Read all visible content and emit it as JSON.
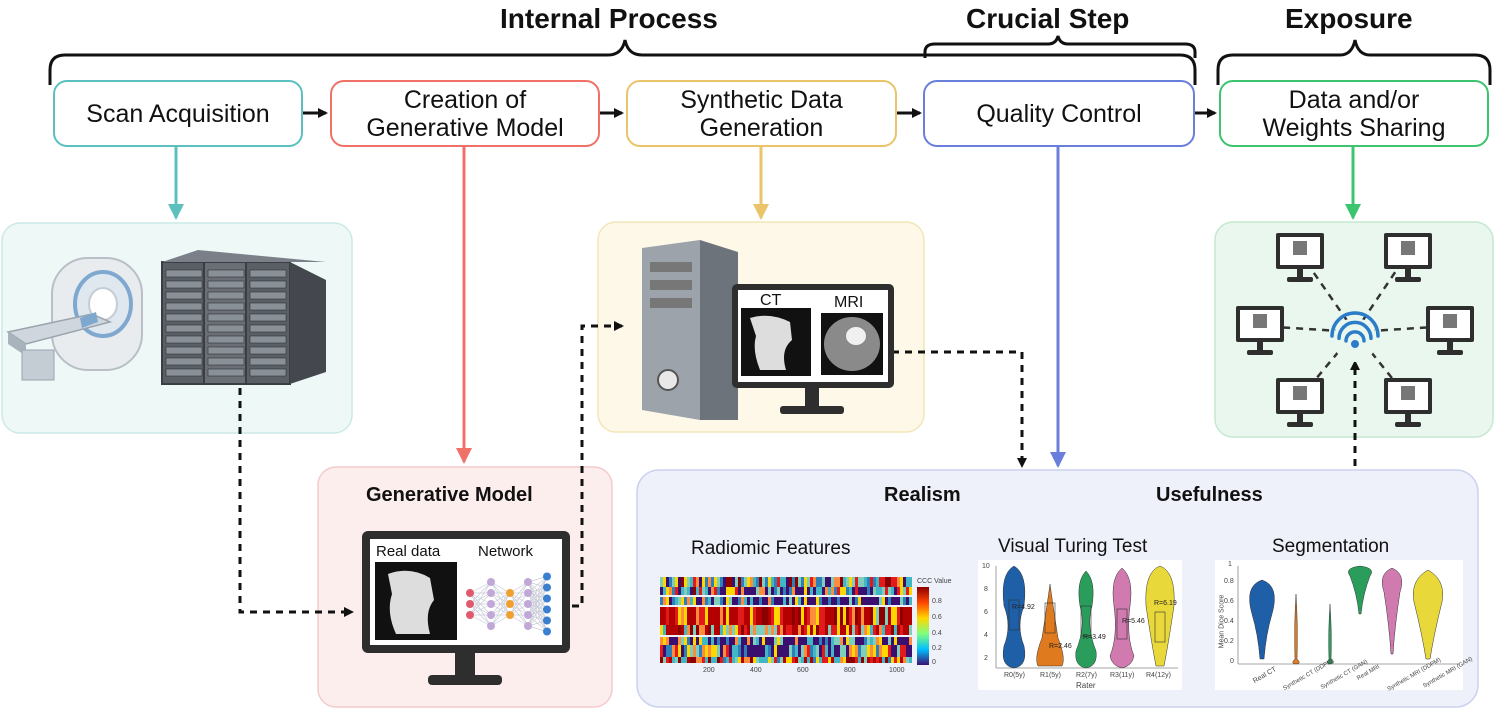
{
  "header": {
    "internal_process": "Internal Process",
    "crucial_step": "Crucial Step",
    "exposure": "Exposure"
  },
  "stages": [
    {
      "id": "scan",
      "label": "Scan Acquisition",
      "color": "#5BC0BE"
    },
    {
      "id": "creation",
      "label": "Creation of\nGenerative Model",
      "color": "#F07167"
    },
    {
      "id": "synthetic",
      "label": "Synthetic Data\nGeneration",
      "color": "#E9C46A"
    },
    {
      "id": "quality",
      "label": "Quality Control",
      "color": "#6A7FDB"
    },
    {
      "id": "sharing",
      "label": "Data and/or\nWeights Sharing",
      "color": "#3CC46E"
    }
  ],
  "generative_model": {
    "title": "Generative Model",
    "real_data_label": "Real data",
    "network_label": "Network"
  },
  "synthetic_monitor": {
    "ct_label": "CT",
    "mri_label": "MRI"
  },
  "quality_control": {
    "realism_label": "Realism",
    "usefulness_label": "Usefulness",
    "radiomic_title": "Radiomic Features",
    "turing_title": "Visual Turing Test",
    "segmentation_title": "Segmentation"
  },
  "chart_data": [
    {
      "type": "heatmap",
      "title": "Radiomic Features",
      "colorbar_label": "CCC Value",
      "colorbar_ticks": [
        "0.8",
        "0.6",
        "0.4",
        "0.2",
        "0"
      ],
      "x_ticks": [
        "200",
        "400",
        "600",
        "800",
        "1000"
      ]
    },
    {
      "type": "violin",
      "title": "Visual Turing Test",
      "xlabel": "Rater",
      "categories": [
        "R0(5y)",
        "R1(5y)",
        "R2(7y)",
        "R3(11y)",
        "R4(12y)"
      ],
      "y_ticks": [
        "10",
        "8",
        "6",
        "4",
        "2"
      ],
      "colors": [
        "#1f5fa8",
        "#e07a1f",
        "#2a9d5c",
        "#d17ab0",
        "#e8d83a"
      ],
      "annotations": [
        "R=4.92",
        "R=2.46",
        "R=3.49",
        "R=5.46",
        "R=6.19"
      ]
    },
    {
      "type": "violin",
      "title": "Segmentation",
      "ylabel": "Mean Dice Score",
      "categories": [
        "Real CT",
        "Synthetic CT (DDPM)",
        "Synthetic CT (GAN)",
        "Real MRI",
        "Synthetic MRI (DDPM)",
        "Synthetic MRI (GAN)"
      ],
      "y_ticks": [
        "1",
        "0.8",
        "0.6",
        "0.4",
        "0.2",
        "0"
      ],
      "colors": [
        "#1f5fa8",
        "#e07a1f",
        "#2a9d5c",
        "#2a9d5c",
        "#d17ab0",
        "#e8d83a"
      ]
    }
  ]
}
